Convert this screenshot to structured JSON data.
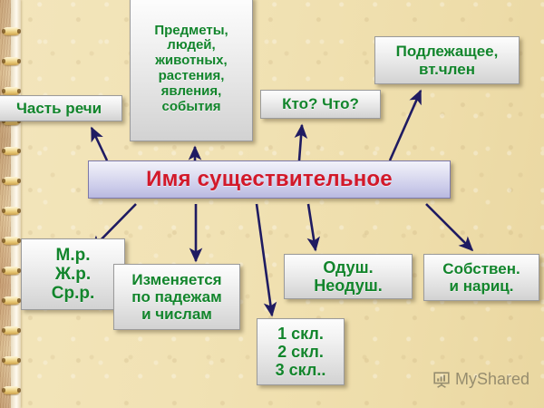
{
  "diagram": {
    "title": "Имя существительное",
    "center": {
      "label": "Имя существительное",
      "text_color": "#d2192a",
      "border_color": "#7d79a8",
      "fill_color": "#ccccea"
    },
    "nodes": [
      {
        "id": "chast-rechi",
        "label": "Часть речи",
        "lines": [
          "Часть речи"
        ]
      },
      {
        "id": "predmety",
        "label": "Предметы, людей, животных, растения, явления, события",
        "lines": [
          "Предметы,",
          "людей,",
          "животных,",
          "растения,",
          "явления,",
          "события"
        ]
      },
      {
        "id": "kto-chto",
        "label": "Кто? Что?",
        "lines": [
          "Кто? Что?"
        ]
      },
      {
        "id": "podlezhashchee",
        "label": "Подлежащее, вт.член",
        "lines": [
          "Подлежащее,",
          "вт.член"
        ]
      },
      {
        "id": "rod",
        "label": "М.р. Ж.р. Ср.р.",
        "lines": [
          "М.р.",
          "Ж.р.",
          "Ср.р."
        ]
      },
      {
        "id": "izmenyaetsya",
        "label": "Изменяется по падежам и числам",
        "lines": [
          "Изменяется",
          "по падежам",
          "и числам"
        ]
      },
      {
        "id": "sklonenie",
        "label": "1 скл. 2 скл. 3 скл..",
        "lines": [
          "1 скл.",
          "2 скл.",
          "3 скл.."
        ]
      },
      {
        "id": "odush",
        "label": "Одуш. Неодуш.",
        "lines": [
          "Одуш.",
          "Неодуш."
        ]
      },
      {
        "id": "sobstven",
        "label": "Собствен. и нариц.",
        "lines": [
          "Собствен.",
          "и нариц."
        ]
      }
    ],
    "node_text_color": "#12852c",
    "arrow_color": "#1f1b62",
    "background_color": "#f0e0b4"
  },
  "watermark": {
    "text": "MyShared",
    "icon": "presentation-chart-icon"
  }
}
